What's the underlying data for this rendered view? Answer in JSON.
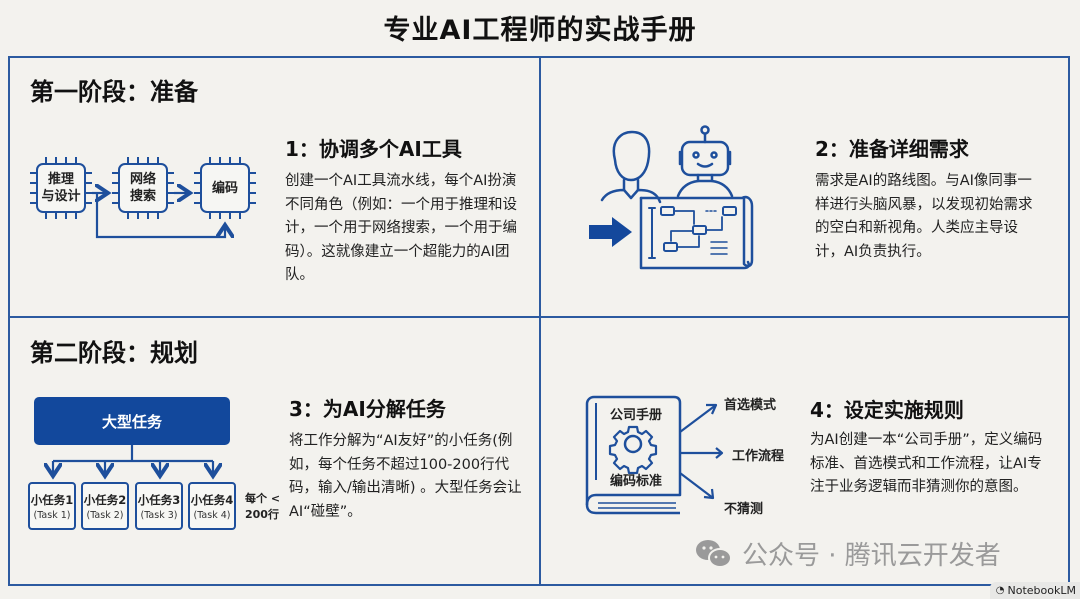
{
  "title": "专业AI工程师的实战手册",
  "colors": {
    "accent": "#1e4f9c",
    "border": "#2c5aa0",
    "background": "#f3f2ee",
    "watermark": "#9a9a9a"
  },
  "phase1": {
    "title": "第一阶段：准备",
    "section1": {
      "title": "1：协调多个AI工具",
      "body": "创建一个AI工具流水线，每个AI扮演不同角色（例如：一个用于推理和设计，一个用于网络搜索，一个用于编码）。这就像建立一个超能力的AI团队。",
      "chips": [
        "推理\n与设计",
        "网络\n搜索",
        "编码"
      ]
    },
    "section2": {
      "title": "2：准备详细需求",
      "body": "需求是AI的路线图。与AI像同事一样进行头脑风暴，以发现初始需求的空白和新视角。人类应主导设计，AI负责执行。",
      "icons": [
        "person-icon",
        "robot-icon",
        "blueprint-icon",
        "arrow-right-icon"
      ]
    }
  },
  "phase2": {
    "title": "第二阶段：规划",
    "section3": {
      "title": "3：为AI分解任务",
      "body": "将工作分解为“AI友好”的小任务(例如，每个任务不超过100-200行代码，输入/输出清晰) 。大型任务会让AI“碰壁”。",
      "big_task": "大型任务",
      "subtasks": [
        {
          "name": "小任务1",
          "en": "(Task 1)"
        },
        {
          "name": "小任务2",
          "en": "(Task 2)"
        },
        {
          "name": "小任务3",
          "en": "(Task 3)"
        },
        {
          "name": "小任务4",
          "en": "(Task 4)"
        }
      ],
      "note_line1": "每个 <",
      "note_line2": "200行"
    },
    "section4": {
      "title": "4：设定实施规则",
      "body": "为AI创建一本“公司手册”，定义编码标准、首选模式和工作流程，让AI专注于业务逻辑而非猜测你的意图。",
      "book_top": "公司手册",
      "book_bottom": "编码标准",
      "rules": [
        "首选模式",
        "工作流程",
        "不猜测"
      ]
    }
  },
  "watermark": {
    "text": "公众号 · 腾讯云开发者",
    "icon": "wechat-icon"
  },
  "badge": {
    "text": "NotebookLM",
    "icon": "notebooklm-icon"
  }
}
